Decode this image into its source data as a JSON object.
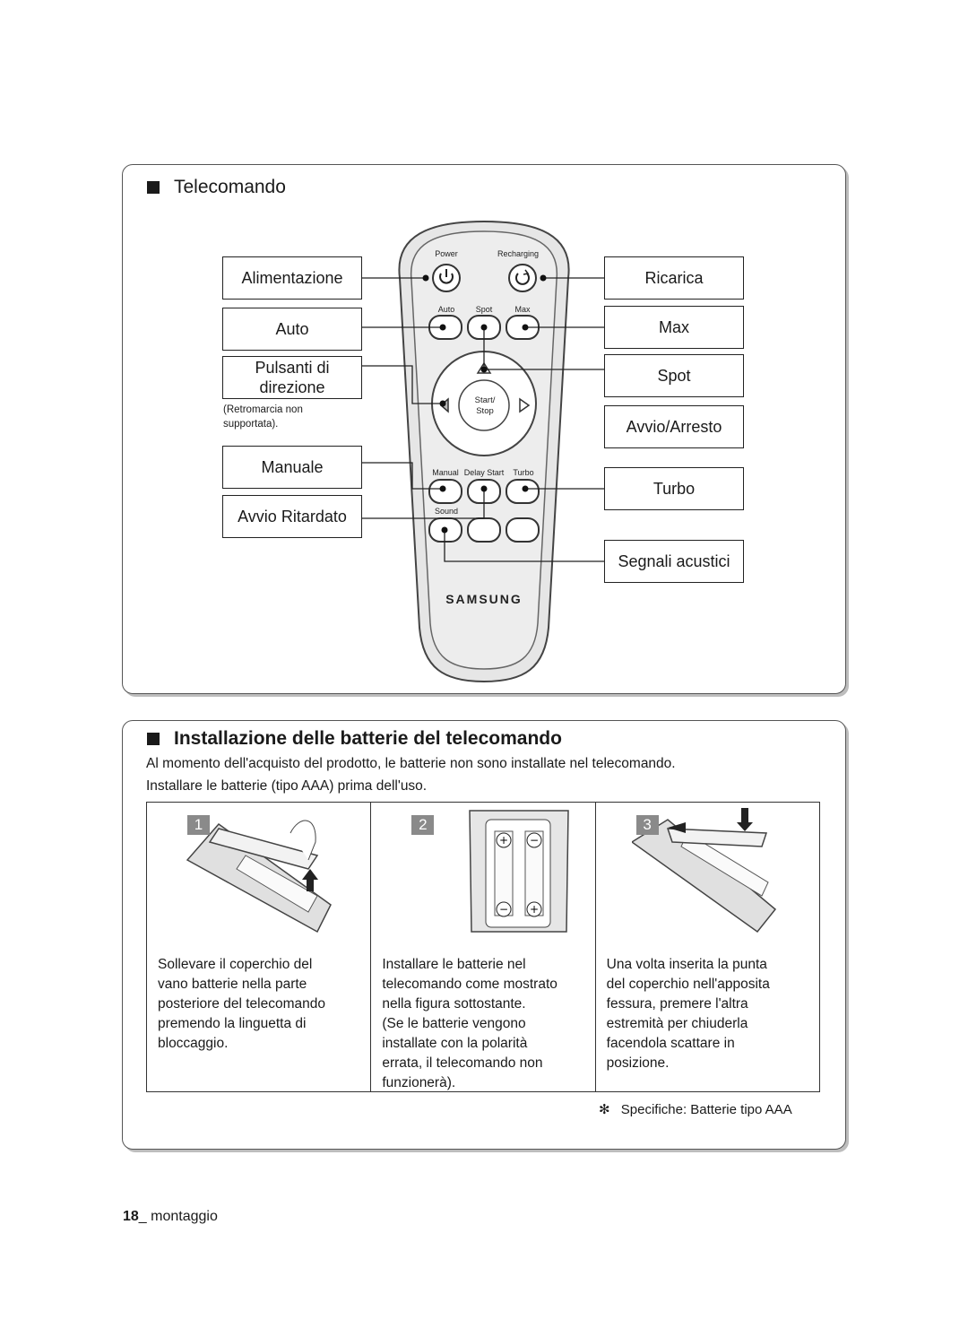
{
  "remote_section": {
    "title": "Telecomando",
    "left_labels": {
      "power": "Alimentazione",
      "auto": "Auto",
      "direction": "Pulsanti di direzione",
      "direction_note": "(Retromarcia non supportata).",
      "manual": "Manuale",
      "delay": "Avvio Ritardato"
    },
    "right_labels": {
      "recharge": "Ricarica",
      "max": "Max",
      "spot": "Spot",
      "startstop": "Avvio/Arresto",
      "turbo": "Turbo",
      "sound": "Segnali acustici"
    },
    "remote_text": {
      "power": "Power",
      "recharging": "Recharging",
      "auto": "Auto",
      "spot": "Spot",
      "max": "Max",
      "start": "Start/",
      "stop": "Stop",
      "manual": "Manual",
      "delay": "Delay Start",
      "turbo": "Turbo",
      "sound": "Sound",
      "brand": "SAMSUNG"
    }
  },
  "battery_section": {
    "title": "Installazione delle batterie del telecomando",
    "intro_line1": "Al momento dell'acquisto del prodotto, le batterie non sono installate nel telecomando.",
    "intro_line2": "Installare le batterie (tipo AAA) prima dell'uso.",
    "steps": [
      {
        "num": "1",
        "text": "Sollevare il coperchio del\nvano batterie nella parte\nposteriore del telecomando\npremendo la linguetta di\nbloccaggio."
      },
      {
        "num": "2",
        "text": "Installare le batterie nel\ntelecomando come mostrato\nnella figura sottostante.\n(Se le batterie vengono\ninstallate con la polarità\nerrata, il telecomando non\nfunzionerà)."
      },
      {
        "num": "3",
        "text": "Una volta inserita la punta\ndel coperchio nell'apposita\nfessura, premere l'altra\nestremità per chiuderla\nfacendola scattare in\nposizione."
      }
    ],
    "spec_symbol": "✻",
    "spec": "Specifiche: Batterie tipo AAA"
  },
  "footer": {
    "page_number": "18",
    "section": "_ montaggio"
  }
}
